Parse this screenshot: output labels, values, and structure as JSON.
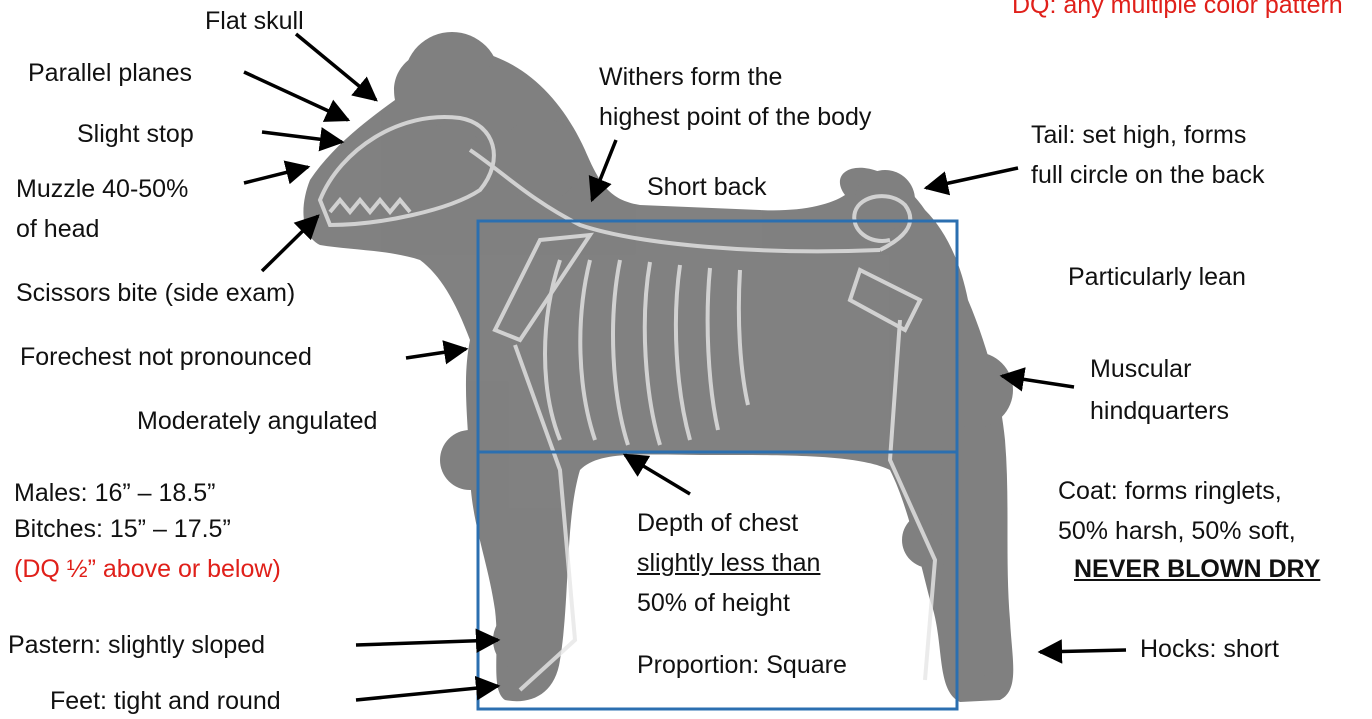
{
  "colors": {
    "disqualification": "#e0201a",
    "box": "#2b6fb0",
    "coat": "#6f6f6f",
    "skeleton": "#e6e6e6",
    "arrow": "#000000"
  },
  "labels": {
    "flat_skull": "Flat skull",
    "dq_color": "DQ:  any multiple color pattern",
    "parallel_planes": "Parallel planes",
    "slight_stop": "Slight stop",
    "muzzle_1": "Muzzle 40-50%",
    "muzzle_2": "of head",
    "scissors_bite": "Scissors bite (side exam)",
    "forechest": "Forechest not pronounced",
    "moderately_angulated": "Moderately angulated",
    "males": "Males:  16” – 18.5”",
    "bitches": "Bitches:  15” – 17.5”",
    "dq_height": "(DQ ½” above or below)",
    "pastern": "Pastern:  slightly sloped",
    "feet": "Feet:  tight and round",
    "withers_1": "Withers form the",
    "withers_2": "highest point of the body",
    "short_back": "Short back",
    "tail_1": "Tail:  set high, forms",
    "tail_2": "full circle on the back",
    "particularly_lean": "Particularly lean",
    "muscular_1": "Muscular",
    "muscular_2": "hindquarters",
    "coat_1": "Coat: forms ringlets,",
    "coat_2": "50% harsh, 50% soft,",
    "coat_3": "NEVER BLOWN DRY",
    "depth_1": "Depth of chest",
    "depth_2": "slightly less than",
    "depth_3": "50% of height",
    "proportion": "Proportion:  Square",
    "hocks": "Hocks: short"
  }
}
